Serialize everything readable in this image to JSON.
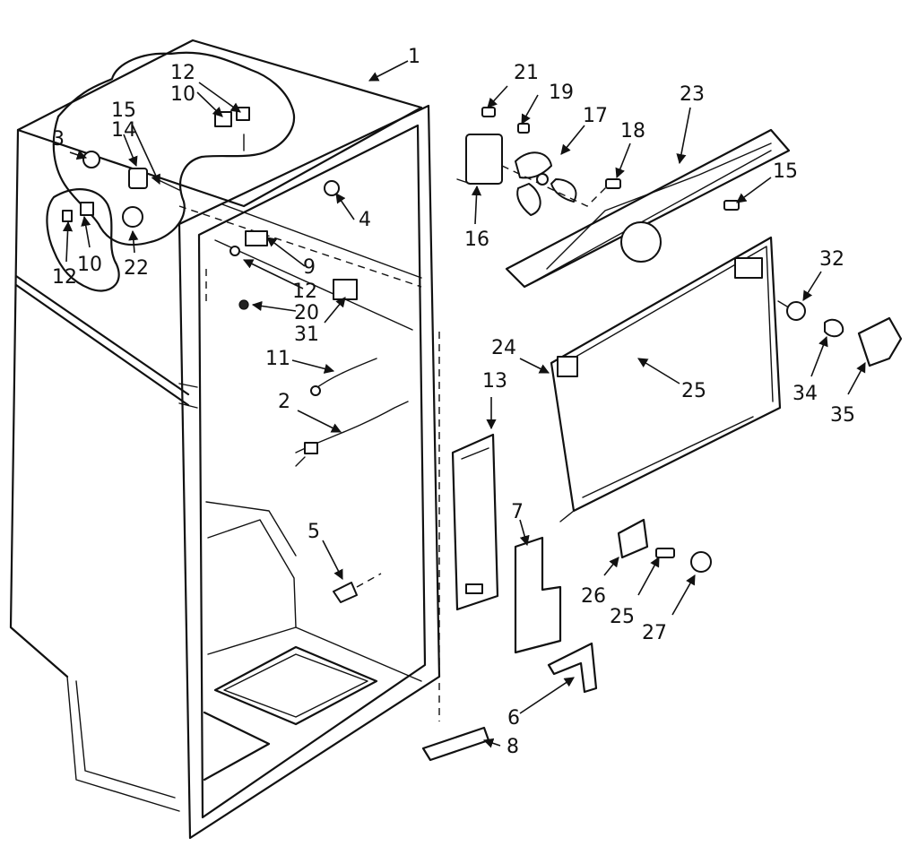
{
  "callouts": [
    "1",
    "2",
    "3",
    "4",
    "5",
    "6",
    "7",
    "8",
    "9",
    "10",
    "10",
    "11",
    "12",
    "12",
    "12",
    "13",
    "14",
    "15",
    "15",
    "16",
    "17",
    "18",
    "19",
    "20",
    "21",
    "22",
    "23",
    "24",
    "25",
    "25",
    "26",
    "27",
    "31",
    "32",
    "34",
    "35"
  ]
}
